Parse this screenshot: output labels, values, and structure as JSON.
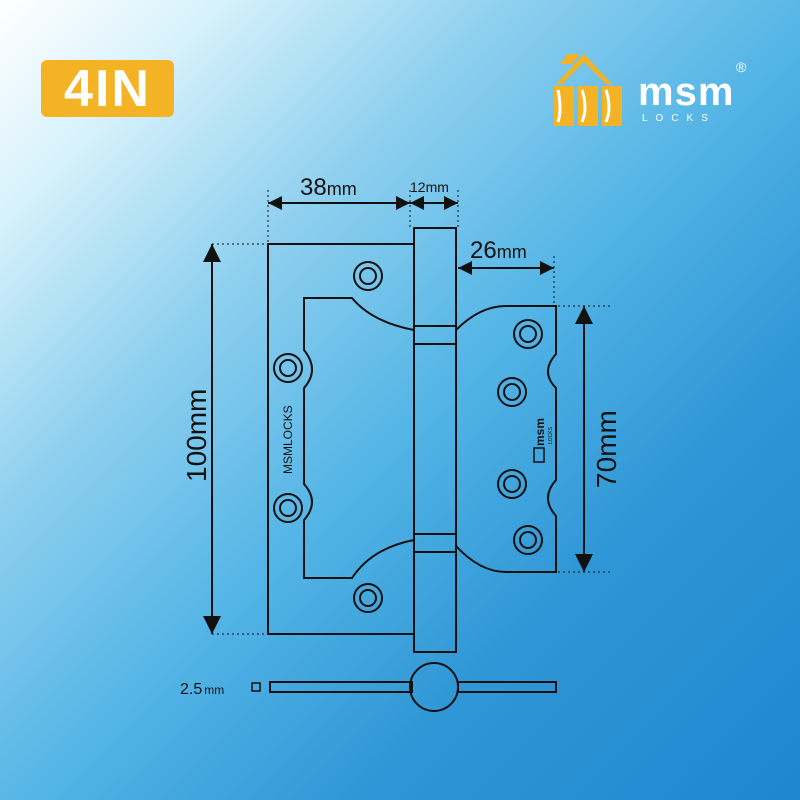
{
  "badge": {
    "label": "4IN",
    "color": "#f3b324"
  },
  "logo": {
    "wordmark": "msm",
    "subtitle": "LOCKS",
    "registered": "®",
    "color": "#f3b324"
  },
  "dimensions": {
    "leaf_width": "38",
    "knuckle_width": "12",
    "inner_leaf_width": "26",
    "total_height": "100",
    "inner_leaf_height": "70",
    "thickness": "2.5",
    "unit": "mm"
  },
  "engraving": {
    "outer_leaf_text": "MSMLOCKS",
    "inner_leaf_brand": "msm",
    "inner_leaf_sub": "LOCKS"
  },
  "colors": {
    "line": "#111111",
    "hinge_fill": "none"
  }
}
